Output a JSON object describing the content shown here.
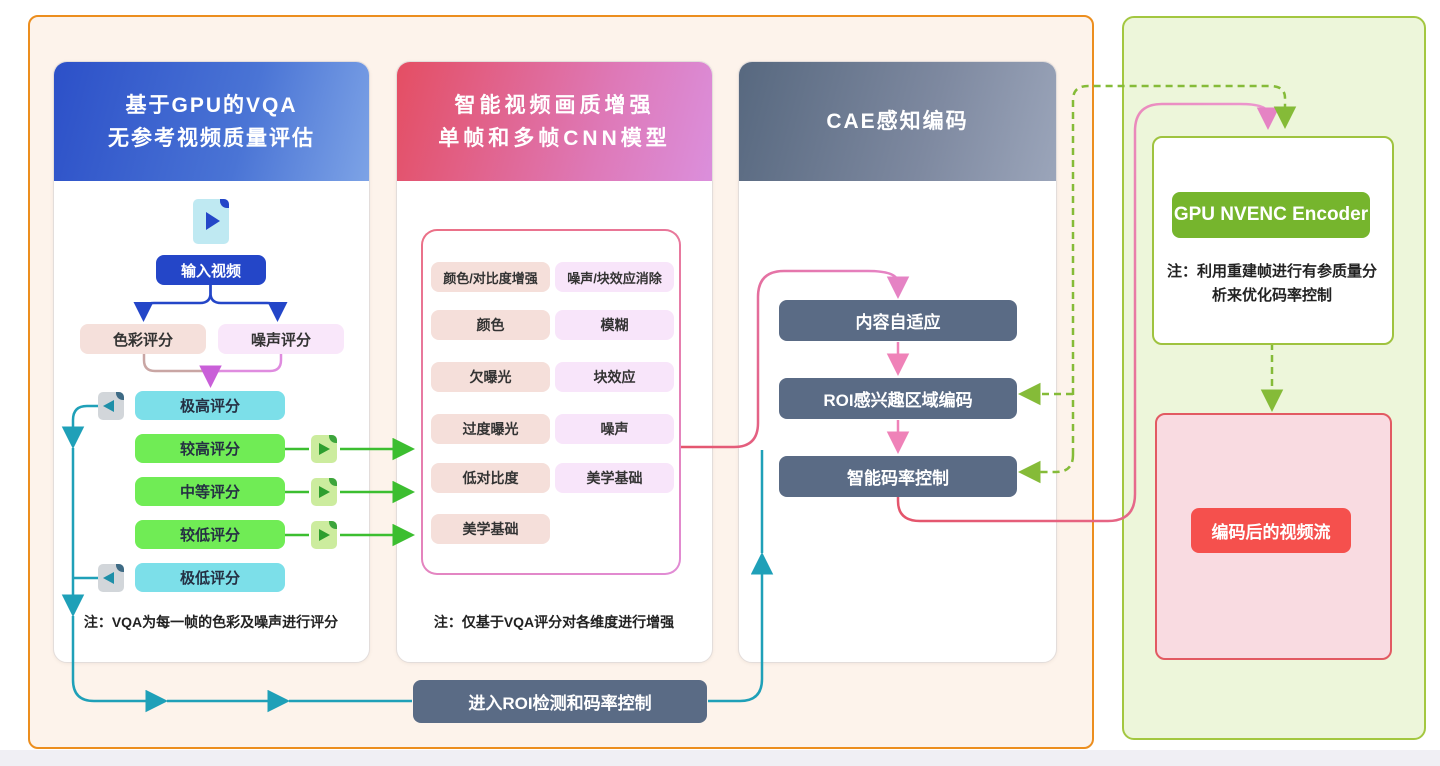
{
  "columns": {
    "vqa": {
      "title_line1": "基于GPU的VQA",
      "title_line2": "无参考视频质量评估"
    },
    "enhance": {
      "title_line1": "智能视频画质增强",
      "title_line2": "单帧和多帧CNN模型"
    },
    "cae": {
      "title": "CAE感知编码"
    }
  },
  "col1": {
    "input_video": "输入视频",
    "color_score": "色彩评分",
    "noise_score": "噪声评分",
    "scores": [
      "极高评分",
      "较高评分",
      "中等评分",
      "较低评分",
      "极低评分"
    ],
    "note": "注：VQA为每一帧的色彩及噪声进行评分"
  },
  "col2": {
    "pills_left": [
      "颜色/对比度增强",
      "颜色",
      "欠曝光",
      "过度曝光",
      "低对比度",
      "美学基础"
    ],
    "pills_right": [
      "噪声/块效应消除",
      "模糊",
      "块效应",
      "噪声",
      "美学基础"
    ],
    "note": "注：仅基于VQA评分对各维度进行增强"
  },
  "col3": {
    "boxes": [
      "内容自适应",
      "ROI感兴趣区域编码",
      "智能码率控制"
    ]
  },
  "bottom_bar": "进入ROI检测和码率控制",
  "right_panel": {
    "encoder": "GPU NVENC Encoder",
    "encoder_note": "注：利用重建帧进行有参质量分析来优化码率控制",
    "output": "编码后的视频流"
  },
  "colors": {
    "outer_border": "#EC8E1E",
    "outer_bg": "#FDF3EB",
    "green_panel_border": "#A3C740",
    "green_panel_bg": "#EDF6DA",
    "header_blue": "#2C50C8",
    "header_red": "#E44E63",
    "header_slate": "#57687F",
    "slate_box": "#5A6B85",
    "blue_accent": "#2446C8",
    "cyan_row": "#7CDFE9",
    "green_row": "#70EC55",
    "pink_pill": "#F5DFDA",
    "lavender_pill": "#F8E5FA",
    "teal_line": "#1FA0B8",
    "green_line": "#3CBE30",
    "dashed_green": "#85BB38",
    "pink_arrow": "#EF82B8",
    "encoder_green": "#76B52D",
    "output_red": "#F5504D",
    "output_box_bg": "#F9DBE1",
    "output_box_border": "#E25A62"
  }
}
